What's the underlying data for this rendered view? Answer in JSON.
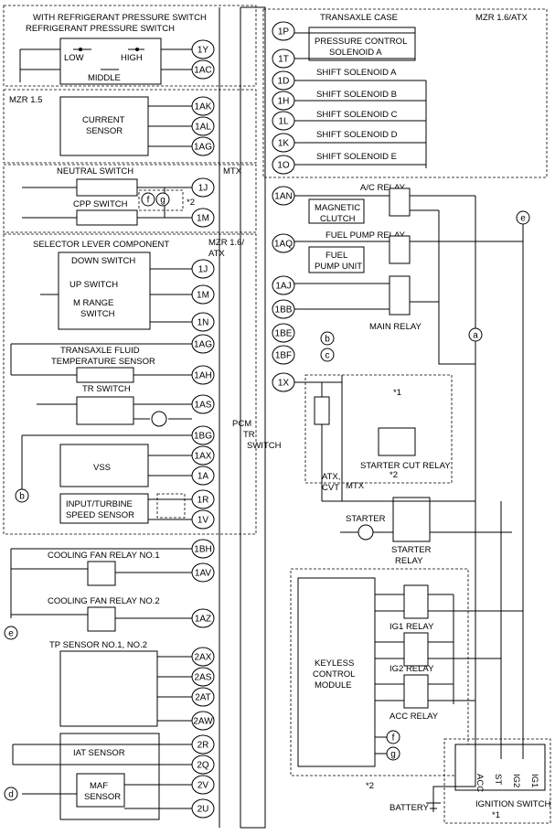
{
  "pins_left": [
    {
      "id": "p-1y",
      "label": "1Y"
    },
    {
      "id": "p-1ac",
      "label": "1AC"
    },
    {
      "id": "p-1ak",
      "label": "1AK"
    },
    {
      "id": "p-1al",
      "label": "1AL"
    },
    {
      "id": "p-1ag-a",
      "label": "1AG"
    },
    {
      "id": "p-1j-a",
      "label": "1J"
    },
    {
      "id": "p-1m-a",
      "label": "1M"
    },
    {
      "id": "p-1j-b",
      "label": "1J"
    },
    {
      "id": "p-1m-b",
      "label": "1M"
    },
    {
      "id": "p-1n",
      "label": "1N"
    },
    {
      "id": "p-1ag-b",
      "label": "1AG"
    },
    {
      "id": "p-1ah",
      "label": "1AH"
    },
    {
      "id": "p-1as",
      "label": "1AS"
    },
    {
      "id": "p-1bg",
      "label": "1BG"
    },
    {
      "id": "p-1ax",
      "label": "1AX"
    },
    {
      "id": "p-1a",
      "label": "1A"
    },
    {
      "id": "p-1r",
      "label": "1R"
    },
    {
      "id": "p-1v",
      "label": "1V"
    },
    {
      "id": "p-1bh",
      "label": "1BH"
    },
    {
      "id": "p-1av",
      "label": "1AV"
    },
    {
      "id": "p-1az",
      "label": "1AZ"
    },
    {
      "id": "p-2ax",
      "label": "2AX"
    },
    {
      "id": "p-2as",
      "label": "2AS"
    },
    {
      "id": "p-2at",
      "label": "2AT"
    },
    {
      "id": "p-2aw",
      "label": "2AW"
    },
    {
      "id": "p-2r",
      "label": "2R"
    },
    {
      "id": "p-2q",
      "label": "2Q"
    },
    {
      "id": "p-2v",
      "label": "2V"
    },
    {
      "id": "p-2u",
      "label": "2U"
    }
  ],
  "pins_right": [
    {
      "id": "p-1p",
      "label": "1P"
    },
    {
      "id": "p-1t",
      "label": "1T"
    },
    {
      "id": "p-1d",
      "label": "1D"
    },
    {
      "id": "p-1h",
      "label": "1H"
    },
    {
      "id": "p-1l",
      "label": "1L"
    },
    {
      "id": "p-1k",
      "label": "1K"
    },
    {
      "id": "p-1o",
      "label": "1O"
    },
    {
      "id": "p-1an",
      "label": "1AN"
    },
    {
      "id": "p-1aq",
      "label": "1AQ"
    },
    {
      "id": "p-1aj",
      "label": "1AJ"
    },
    {
      "id": "p-1bb",
      "label": "1BB"
    },
    {
      "id": "p-1be",
      "label": "1BE"
    },
    {
      "id": "p-1bf",
      "label": "1BF"
    },
    {
      "id": "p-1x",
      "label": "1X"
    }
  ],
  "pins_small": [
    {
      "id": "p-f-a",
      "label": "f"
    },
    {
      "id": "p-g-a",
      "label": "g"
    },
    {
      "id": "p-f-b",
      "label": "f"
    },
    {
      "id": "p-g-b",
      "label": "g"
    },
    {
      "id": "p-b-a",
      "label": "b"
    },
    {
      "id": "p-c-a",
      "label": "c"
    },
    {
      "id": "p-a-a",
      "label": "a"
    },
    {
      "id": "p-e-a",
      "label": "e"
    },
    {
      "id": "p-b-b",
      "label": "b"
    },
    {
      "id": "p-e-b",
      "label": "e"
    },
    {
      "id": "p-d-a",
      "label": "d"
    }
  ],
  "texts": {
    "with_refrig": "WITH REFRIGERANT PRESSURE SWITCH",
    "refrig_switch": "REFRIGERANT PRESSURE SWITCH",
    "low": "LOW",
    "high": "HIGH",
    "middle": "MIDDLE",
    "mzr15": "MZR 1.5",
    "current_sensor_1": "CURRENT",
    "current_sensor_2": "SENSOR",
    "neutral_switch": "NEUTRAL SWITCH",
    "mtx": "MTX",
    "cpp_switch": "CPP SWITCH",
    "note2": "*2",
    "selector_lever": "SELECTOR LEVER COMPONENT",
    "mzr16_atx_1": "MZR 1.6/",
    "mzr16_atx_2": "ATX",
    "down_switch": "DOWN SWITCH",
    "up_switch": "UP SWITCH",
    "m_range_1": "M RANGE",
    "m_range_2": "SWITCH",
    "tfts_1": "TRANSAXLE FLUID",
    "tfts_2": "TEMPERATURE SENSOR",
    "tr_switch": "TR SWITCH",
    "pcm": "PCM",
    "vss": "VSS",
    "its_1": "INPUT/TURBINE",
    "its_2": "SPEED SENSOR",
    "cfan1": "COOLING FAN RELAY NO.1",
    "cfan2": "COOLING FAN RELAY NO.2",
    "tp_sensor": "TP SENSOR NO.1, NO.2",
    "iat_sensor": "IAT SENSOR",
    "maf_1": "MAF",
    "maf_2": "SENSOR",
    "transaxle_case": "TRANSAXLE CASE",
    "mzr16atx": "MZR 1.6/ATX",
    "pcs_1": "PRESSURE CONTROL",
    "pcs_2": "SOLENOID A",
    "ssa": "SHIFT SOLENOID A",
    "ssb": "SHIFT SOLENOID B",
    "ssc": "SHIFT SOLENOID C",
    "ssd": "SHIFT SOLENOID D",
    "sse": "SHIFT SOLENOID E",
    "ac_relay": "A/C RELAY",
    "mag_clutch_1": "MAGNETIC",
    "mag_clutch_2": "CLUTCH",
    "fuel_pump_relay": "FUEL PUMP RELAY",
    "fuel_pump_1": "FUEL",
    "fuel_pump_2": "PUMP UNIT",
    "main_relay": "MAIN RELAY",
    "tr_switch_r_1": "TR",
    "tr_switch_r_2": "SWITCH",
    "note1": "*1",
    "starter_cut": "STARTER CUT RELAY",
    "note2b": "*2",
    "atx_cvt_1": "ATX,",
    "atx_cvt_2": "CVT",
    "mtx_r": "MTX",
    "starter": "STARTER",
    "starter_relay_1": "STARTER",
    "starter_relay_2": "RELAY",
    "kcm_1": "KEYLESS",
    "kcm_2": "CONTROL",
    "kcm_3": "MODULE",
    "ig1_relay": "IG1 RELAY",
    "ig2_relay": "IG2 RELAY",
    "acc_relay": "ACC RELAY",
    "note2c": "*2",
    "battery": "BATTERY",
    "ig_switch": "IGNITION SWITCH",
    "note1b": "*1",
    "acc": "ACC",
    "st": "ST",
    "ig2": "IG2",
    "ig1": "IG1",
    "conn_f": "f",
    "conn_g": "g"
  }
}
